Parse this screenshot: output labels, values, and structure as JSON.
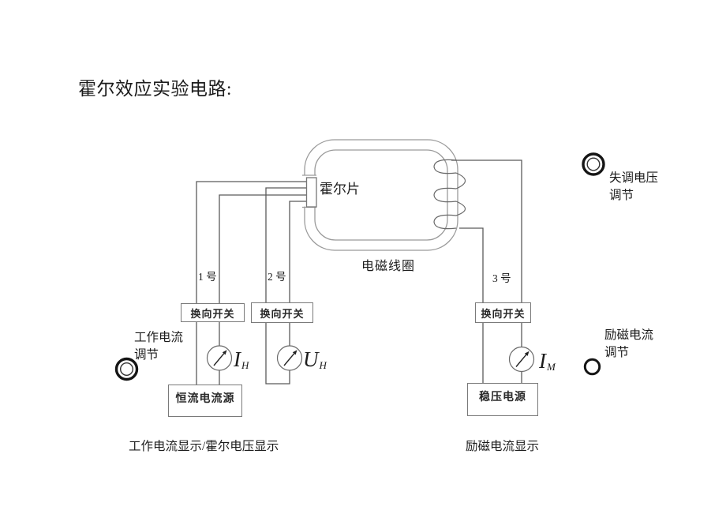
{
  "title": "霍尔效应实验电路:",
  "coil": {
    "label": "电磁线圈",
    "hall_plate": "霍尔片"
  },
  "wires": {
    "w1": "1 号",
    "w2": "2 号",
    "w3": "3 号"
  },
  "switches": {
    "s1": "换向开关",
    "s2": "换向开关",
    "s3": "换向开关"
  },
  "sources": {
    "constant_current": "恒流电流源",
    "regulated": "稳压电源"
  },
  "meters": {
    "ih": {
      "symbol": "I",
      "sub": "H"
    },
    "uh": {
      "symbol": "U",
      "sub": "H"
    },
    "im": {
      "symbol": "I",
      "sub": "M"
    }
  },
  "knobs": {
    "offset_voltage": {
      "line1": "失调电压",
      "line2": "调节"
    },
    "working_current": {
      "line1": "工作电流",
      "line2": "调节"
    },
    "excitation_current": {
      "line1": "励磁电流",
      "line2": "调节"
    }
  },
  "footers": {
    "left": "工作电流显示/霍尔电压显示",
    "right": "励磁电流显示"
  },
  "colors": {
    "wire": "#5a5a5a",
    "coil_outline": "#9a9a9a",
    "box_border": "#7a7a7a",
    "text": "#1c1c1c",
    "knob": "#151515"
  }
}
